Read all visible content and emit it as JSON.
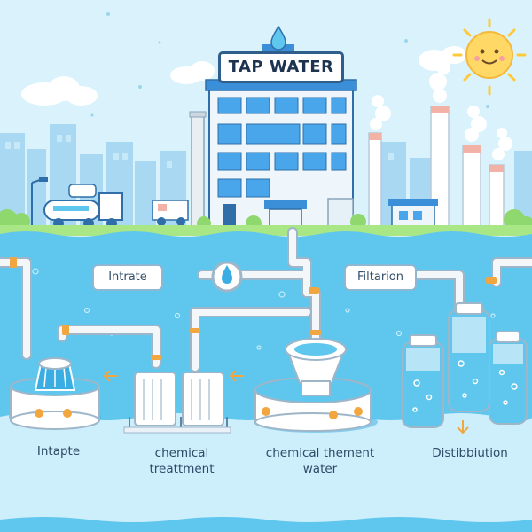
{
  "sign": {
    "title": "TAP WATER"
  },
  "callouts": {
    "intake_box": "Intrate",
    "filtration_box": "Filtarion"
  },
  "stages": {
    "intake": "Intapte",
    "chemical_line1": "chemical",
    "chemical_line2": "treattment",
    "middle_line1": "chemical thement",
    "middle_line2": "water",
    "distribution": "Distibbiution"
  },
  "colors": {
    "sky": "#d6f1fb",
    "water": "#5fc6ee",
    "water_deep": "#3aaee2",
    "pipe": "#f4f7fa",
    "pipe_outline": "#9fb6c8",
    "building_blue": "#3b8fd8",
    "grass": "#9ee07a",
    "accent_orange": "#f2a640",
    "sun": "#ffd866"
  }
}
